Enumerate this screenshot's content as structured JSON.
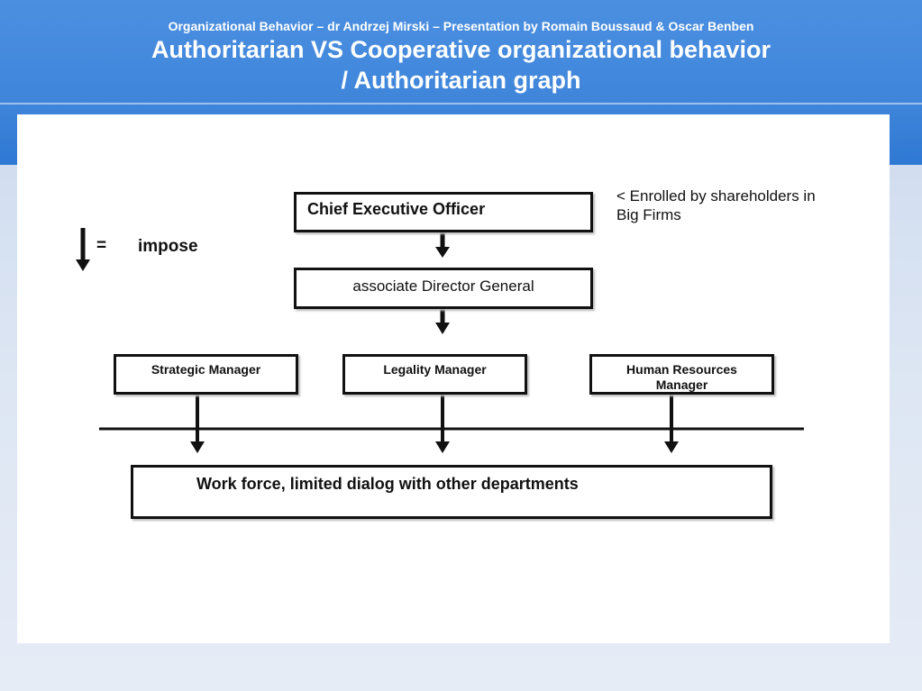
{
  "slide": {
    "subtitle": "Organizational Behavior – dr Andrzej Mirski – Presentation by Romain Boussaud & Oscar Benben",
    "title_line1": "Authoritarian VS Cooperative organizational behavior",
    "title_line2": "/ Authoritarian graph"
  },
  "diagram": {
    "legend": {
      "symbol": "=",
      "label": "impose"
    },
    "nodes": {
      "ceo": "Chief Executive Officer",
      "adg": "associate Director General",
      "strategic": "Strategic Manager",
      "legality": "Legality Manager",
      "hr": "Human Resources Manager",
      "workforce": "Work force, limited dialog with other departments"
    },
    "note_line1": "< Enrolled by shareholders in",
    "note_line2": "Big Firms"
  }
}
